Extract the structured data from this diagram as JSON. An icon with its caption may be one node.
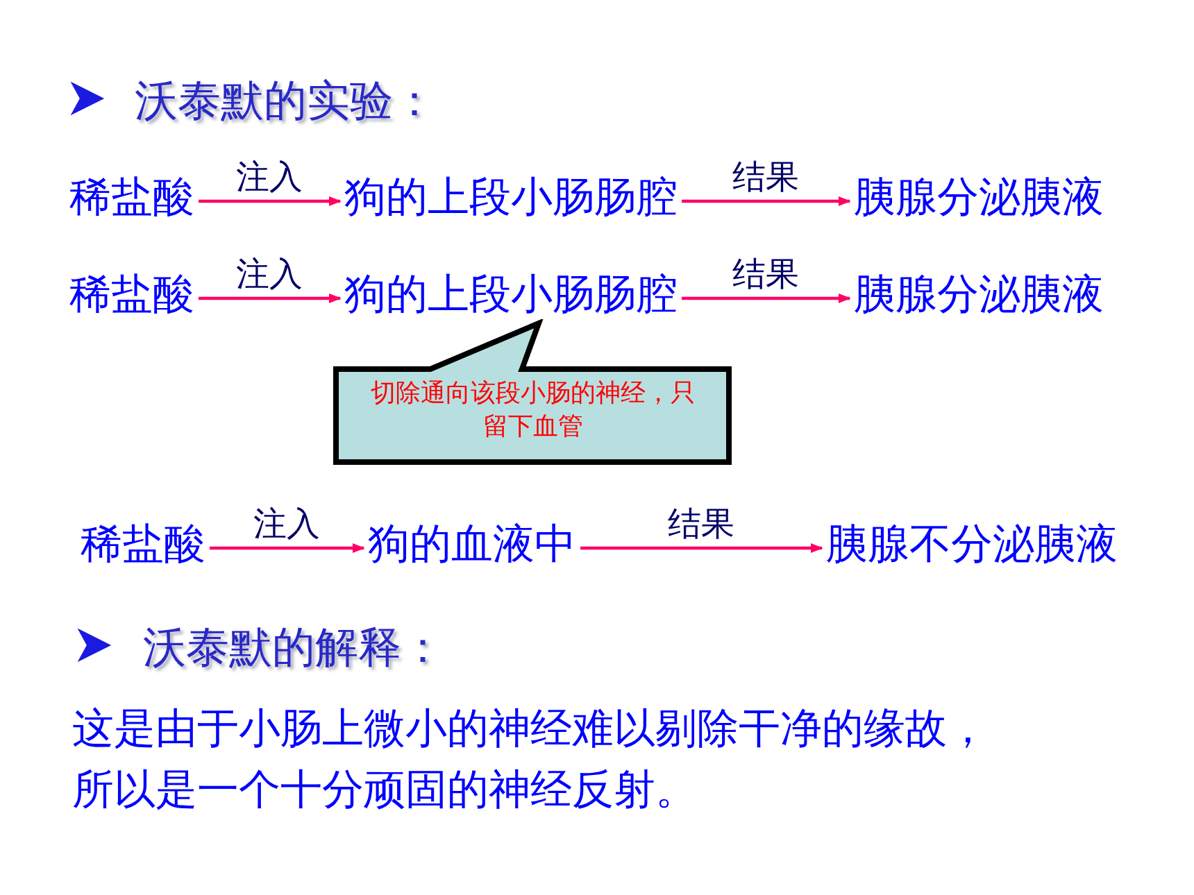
{
  "diagram": {
    "nodes": [
      {
        "text": [
          "稀盐酸"
        ]
      },
      {
        "text": [
          "狗的上段小肠肠腔"
        ]
      },
      {
        "text": [
          "胰腺分泌胰液"
        ]
      },
      {
        "text": [
          "稀盐酸"
        ]
      },
      {
        "text": [
          "狗的上段小肠肠腔"
        ]
      },
      {
        "text": [
          "胰腺分泌胰液"
        ]
      },
      {
        "text": [
          "切除通向该段小肠的神经，只留下血管"
        ]
      },
      {
        "text": [
          "稀盐酸"
        ]
      },
      {
        "text": [
          "狗的血液中"
        ]
      },
      {
        "text": [
          "胰腺不分泌胰液"
        ]
      }
    ],
    "edges": [
      {
        "from": 0,
        "to": 1,
        "arrow": "to",
        "label": "注入"
      },
      {
        "from": 1,
        "to": 2,
        "arrow": "to",
        "label": "结果"
      },
      {
        "from": 3,
        "to": 4,
        "arrow": "to",
        "label": "注入"
      },
      {
        "from": 4,
        "to": 5,
        "arrow": "to",
        "label": "结果"
      },
      {
        "from": 7,
        "to": 8,
        "arrow": "to",
        "label": "注入"
      },
      {
        "from": 8,
        "to": 9,
        "arrow": "to",
        "label": "结果"
      }
    ],
    "labels": [
      "沃泰默的实验：",
      "沃泰默的解释：",
      "这是由于小肠上微小的神经难以剔除干净的缘故，所以是一个十分顽固的神经反射。"
    ]
  }
}
